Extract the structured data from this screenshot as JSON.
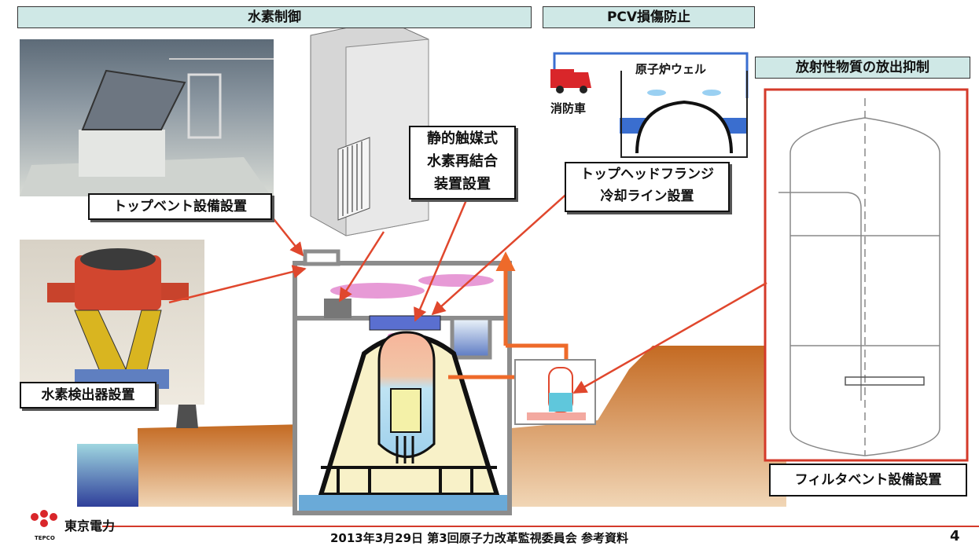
{
  "headers": {
    "hydrogen_control": "水素制御",
    "pcv_damage_prevention": "PCV損傷防止",
    "radioactive_release_suppression": "放射性物質の放出抑制"
  },
  "labels": {
    "top_vent": "トップベント設備設置",
    "hydrogen_detector": "水素検出器設置",
    "recombiner": [
      "静的触媒式",
      "水素再結合",
      "装置設置"
    ],
    "top_head_flange": [
      "トップヘッドフランジ",
      "冷却ライン設置"
    ],
    "reactor_well": "原子炉ウェル",
    "fire_engine": "消防車",
    "filter_vent": "フィルタベント設備設置"
  },
  "footer": {
    "company": "東京電力",
    "logo_text": "TEPCO",
    "caption": "2013年3月29日 第3回原子力改革監視委員会 参考資料",
    "page": "4"
  },
  "colors": {
    "header_bg": "#cfe8e6",
    "ground": "#c7782f",
    "arrow": "#e0472d",
    "pipe": "#ee6a2a",
    "frame": "#d43a2a",
    "well_blue": "#3a6ecf"
  }
}
